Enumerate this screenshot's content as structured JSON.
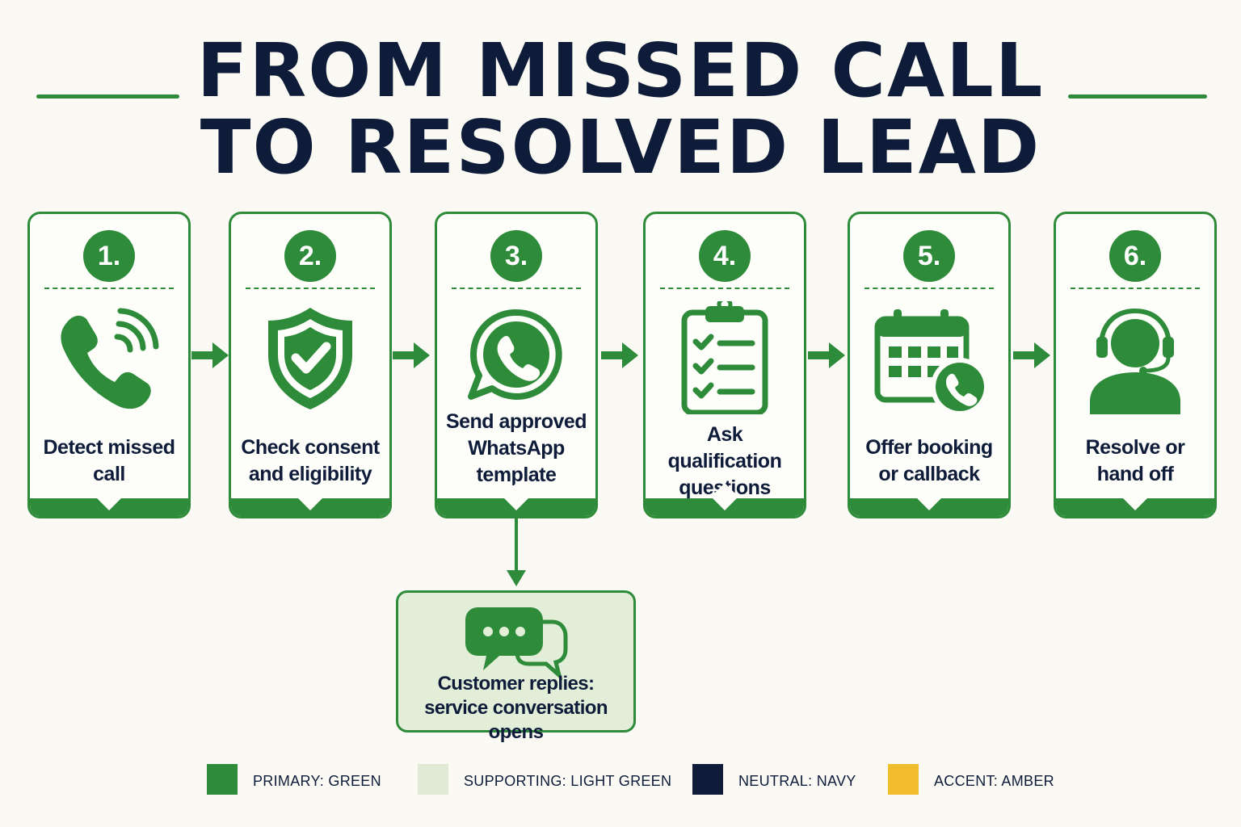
{
  "title": {
    "line1": "FROM MISSED CALL",
    "line2": "TO RESOLVED LEAD"
  },
  "colors": {
    "primary": "#2e8b3a",
    "supporting": "#dfe9d3",
    "neutral": "#0e1c3a",
    "accent": "#f2bd2c",
    "background": "#faf9f3"
  },
  "steps": [
    {
      "number": "1.",
      "label": "Detect missed call",
      "icon": "phone-ringing-icon"
    },
    {
      "number": "2.",
      "label": "Check consent and eligibility",
      "icon": "shield-check-icon"
    },
    {
      "number": "3.",
      "label": "Send approved WhatsApp template",
      "icon": "whatsapp-icon"
    },
    {
      "number": "4.",
      "label": "Ask qualification questions",
      "icon": "clipboard-checklist-icon"
    },
    {
      "number": "5.",
      "label": "Offer booking or callback",
      "icon": "calendar-phone-icon"
    },
    {
      "number": "6.",
      "label": "Resolve or hand off",
      "icon": "headset-agent-icon"
    }
  ],
  "branch": {
    "label_line1": "Customer replies:",
    "label_line2": "service conversation opens",
    "icon": "chat-bubbles-icon"
  },
  "legend": [
    {
      "label": "PRIMARY: GREEN",
      "color": "#2e8b3a"
    },
    {
      "label": "SUPPORTING: LIGHT GREEN",
      "color": "#dfe9d3"
    },
    {
      "label": "NEUTRAL: NAVY",
      "color": "#0e1c3a"
    },
    {
      "label": "ACCENT: AMBER",
      "color": "#f2bd2c"
    }
  ]
}
